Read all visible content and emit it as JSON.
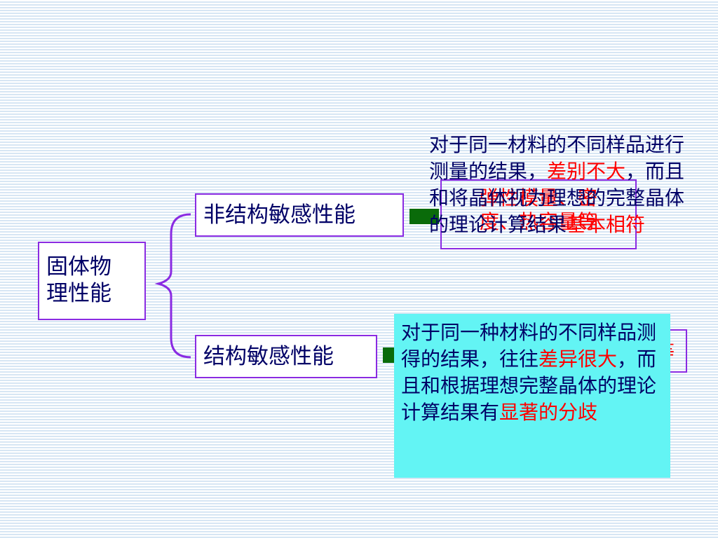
{
  "root": {
    "line1": "固体物",
    "line2": "理性能"
  },
  "nonstructure": {
    "label": "非结构敏感性能"
  },
  "structure": {
    "label": "结构敏感性能"
  },
  "nonstructure_example": {
    "line1": "弹性模量、密",
    "line2": "度、热容量等"
  },
  "structure_example": {
    "text": "等"
  },
  "nonstructure_desc": {
    "part1": "对于同一材料的不同样品进行测量的结果，",
    "part2": "差别不大",
    "part3": "，而且和将晶体视为理想的完整晶体的理论计算结果",
    "part4": "基本相符"
  },
  "structure_desc": {
    "part1": "对于同一种材料的不同样品测得的结果，往往",
    "part2": "差异很大",
    "part3": "，而且和根据理想完整晶体的理论计算结果有",
    "part4": "显著的分歧"
  },
  "colors": {
    "border": "#8a2be2",
    "text": "#000066",
    "highlight": "#ff0000",
    "arrow": "#0a6b0a",
    "callout_bg": "#63f4f4"
  }
}
